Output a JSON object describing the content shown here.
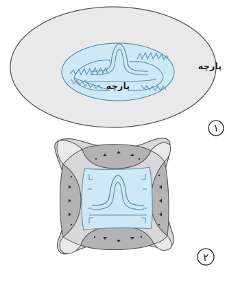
{
  "figure1": {
    "outer_label": "پارچه",
    "inner_label": "پارچه",
    "step_number": "۱"
  },
  "figure2": {
    "step_number": "۲"
  },
  "colors": {
    "outer_fabric": "#e9e9e9",
    "outline": "#555555",
    "inner_fabric": "#cde9f5",
    "inner_line": "#5b8db0",
    "folded_flap": "#b3b3b3",
    "folded_flap_light": "#d8d8d8"
  }
}
